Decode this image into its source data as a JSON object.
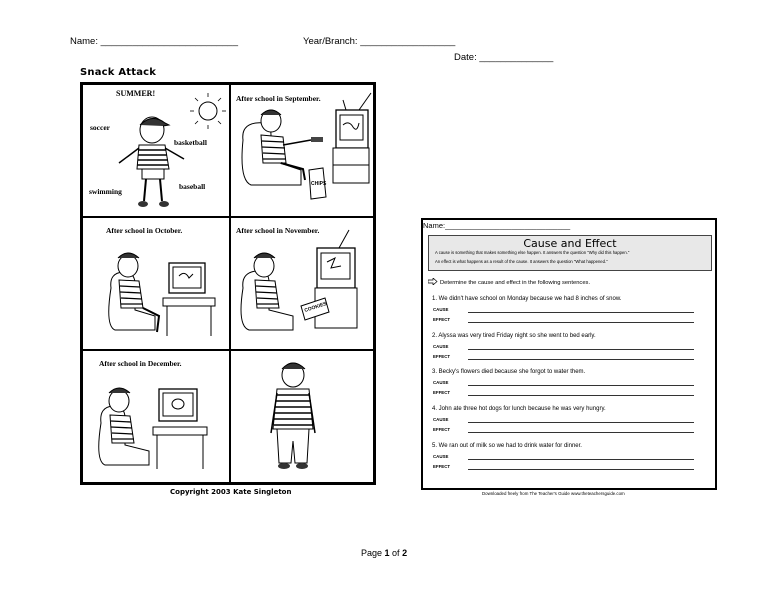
{
  "header": {
    "name": "Name: __________________________",
    "year_branch": "Year/Branch: __________________",
    "date": "Date: ______________"
  },
  "comic": {
    "title": "Snack Attack",
    "panels": [
      {
        "caption": "SUMMER!",
        "labels": [
          "soccer",
          "basketball",
          "swimming",
          "baseball"
        ]
      },
      {
        "caption": "After school in September."
      },
      {
        "caption": "After school in October."
      },
      {
        "caption": "After school in November."
      },
      {
        "caption": "After school in December."
      },
      {
        "caption": ""
      }
    ],
    "tv_box_label": "CHIPS",
    "cookie_box_label": "COOKIES",
    "copyright": "Copyright 2003 Kate Singleton"
  },
  "worksheet": {
    "name_line": "Name:______________________________",
    "title": "Cause and Effect",
    "def_cause": "A cause is something that makes something else happen. It answers the question \"Why did this happen.\"",
    "def_effect": "An effect is what happens as a result of the cause. It answers the question \"What happened.\"",
    "instruction": "Determine the cause and effect in the following sentences.",
    "cause_label": "CAUSE",
    "effect_label": "EFFECT",
    "questions": [
      "1. We didn't have school on Monday because we had 8 inches of snow.",
      "2. Alyssa was very tired Friday night so she went to bed early.",
      "3. Becky's flowers died because she forgot to water them.",
      "4. John ate three hot dogs for lunch because he was very hungry.",
      "5. We ran out of milk so we had to drink water for dinner."
    ],
    "footer": "Downloaded freely from The Teacher's Guide www.theteachersguide.com"
  },
  "page": {
    "prefix": "Page ",
    "current": "1",
    "middle": " of ",
    "total": "2"
  }
}
